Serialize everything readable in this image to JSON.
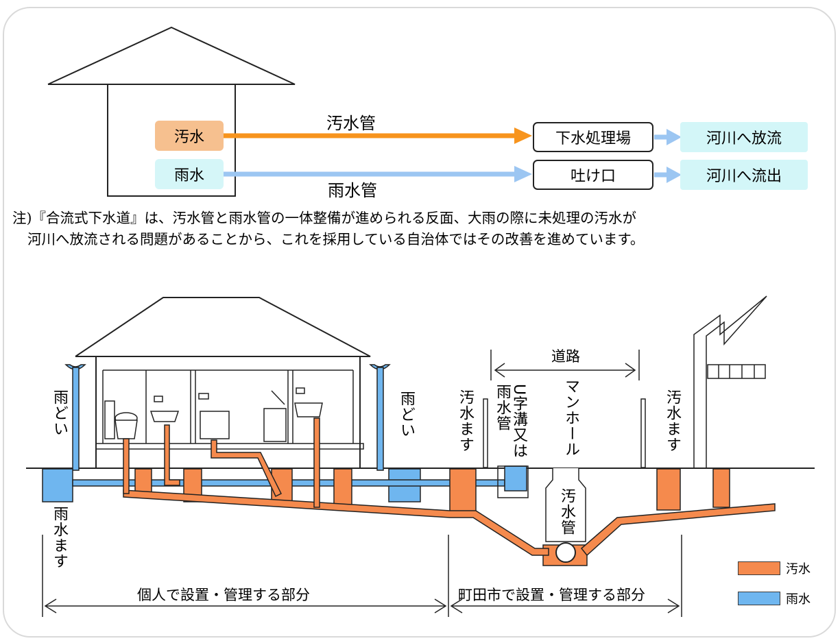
{
  "top_flow": {
    "sources": {
      "sewage": "汚水",
      "rain": "雨水"
    },
    "pipes": {
      "sewage_pipe": "汚水管",
      "rain_pipe": "雨水管"
    },
    "destinations": {
      "plant": "下水処理場",
      "outlet": "吐け口"
    },
    "rivers": {
      "discharge": "河川へ放流",
      "outflow": "河川へ流出"
    },
    "colors": {
      "sewage_arrow": "#f7941d",
      "rain_arrow": "#9cc6f2",
      "sewage_box": "#f6c08f",
      "river_box": "#d3f6f8"
    }
  },
  "note": {
    "line1": "注)『合流式下水道』は、汚水管と雨水管の一体整備が進められる反面、大雨の際に未処理の汚水が",
    "line2": "河川へ放流される問題があることから、これを採用している自治体ではその改善を進めています。"
  },
  "cross_section": {
    "labels": {
      "downspout_left": "雨どい",
      "downspout_right": "雨どい",
      "rain_basin": "雨水ます",
      "sewage_basin_left": "汚水ます",
      "u_ditch": "U字溝又は雨水管",
      "manhole": "マンホール",
      "road": "道路",
      "sewage_basin_right": "汚水ます",
      "sewer_main": "汚水管",
      "private_section": "個人で設置・管理する部分",
      "city_section": "町田市で設置・管理する部分"
    },
    "colors": {
      "sewage": "#f58a4d",
      "rain": "#6fb6ef"
    }
  },
  "legend": [
    {
      "label": "汚水",
      "color": "#f58a4d"
    },
    {
      "label": "雨水",
      "color": "#6fb6ef"
    }
  ]
}
